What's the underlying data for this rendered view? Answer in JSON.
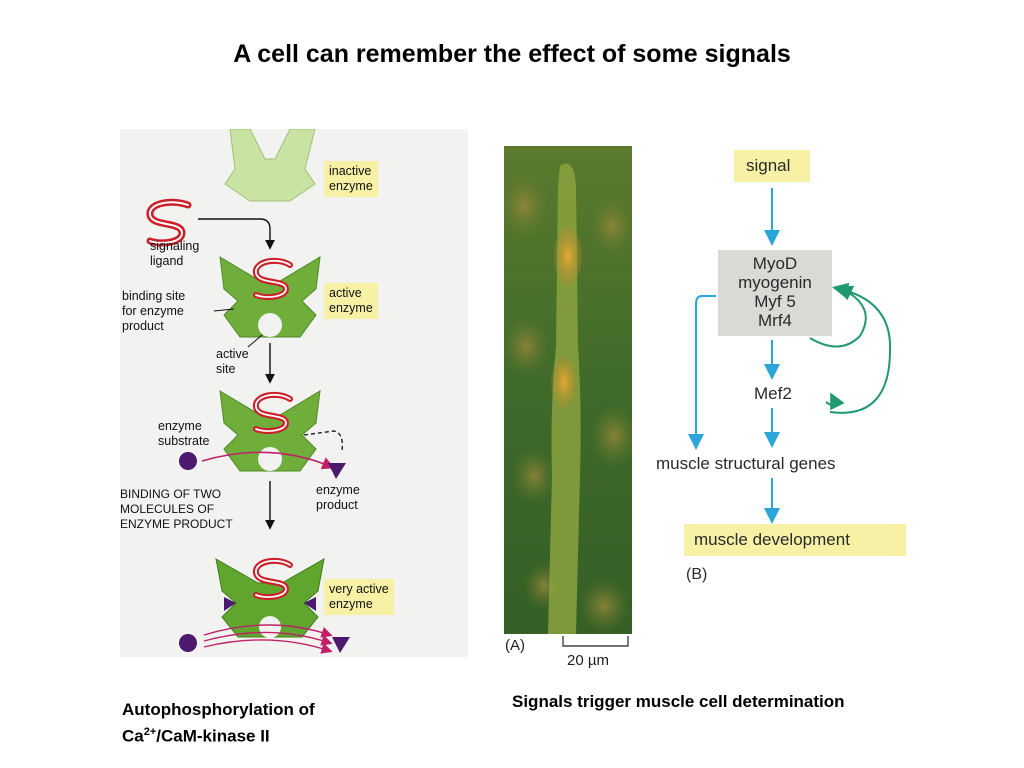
{
  "title": "A cell can remember the effect of some signals",
  "captions": {
    "left_line1": "Autophosphorylation of",
    "left_line2_prefix": "Ca",
    "left_line2_sup": "2+",
    "left_line2_suffix": "/CaM-kinase II",
    "right": "Signals trigger muscle cell determination"
  },
  "enzyme_panel": {
    "labels": {
      "inactive_enzyme": [
        "inactive",
        "enzyme"
      ],
      "signaling_ligand": [
        "signaling",
        "ligand"
      ],
      "binding_site": [
        "binding site",
        "for enzyme",
        "product"
      ],
      "active_enzyme": [
        "active",
        "enzyme"
      ],
      "active_site": [
        "active",
        "site"
      ],
      "enzyme_substrate": [
        "enzyme",
        "substrate"
      ],
      "binding_two": [
        "BINDING OF TWO",
        "MOLECULES OF",
        "ENZYME PRODUCT"
      ],
      "enzyme_product": [
        "enzyme",
        "product"
      ],
      "very_active_enzyme": [
        "very active",
        "enzyme"
      ]
    },
    "colors": {
      "inactive_enzyme": "#c8e3a2",
      "active_enzyme": "#6fae3a",
      "ligand": "#cc1f2a",
      "substrate": "#4b1a6e",
      "arrow": "#c0206a",
      "label_box": "#f7f1a6"
    }
  },
  "micrograph": {
    "panel_label": "(A)",
    "scale_label": "20 µm"
  },
  "flow_panel": {
    "signal": "signal",
    "genes": [
      "MyoD",
      "myogenin",
      "Myf 5",
      "Mrf4"
    ],
    "mef2": "Mef2",
    "structural": "muscle structural genes",
    "development": "muscle development",
    "panel_label": "(B)",
    "colors": {
      "blue_arrow": "#2aa6d8",
      "green_arrow": "#1f9a6e",
      "highlight": "#f7f1a6",
      "gene_box": "#d9d9d6"
    }
  }
}
